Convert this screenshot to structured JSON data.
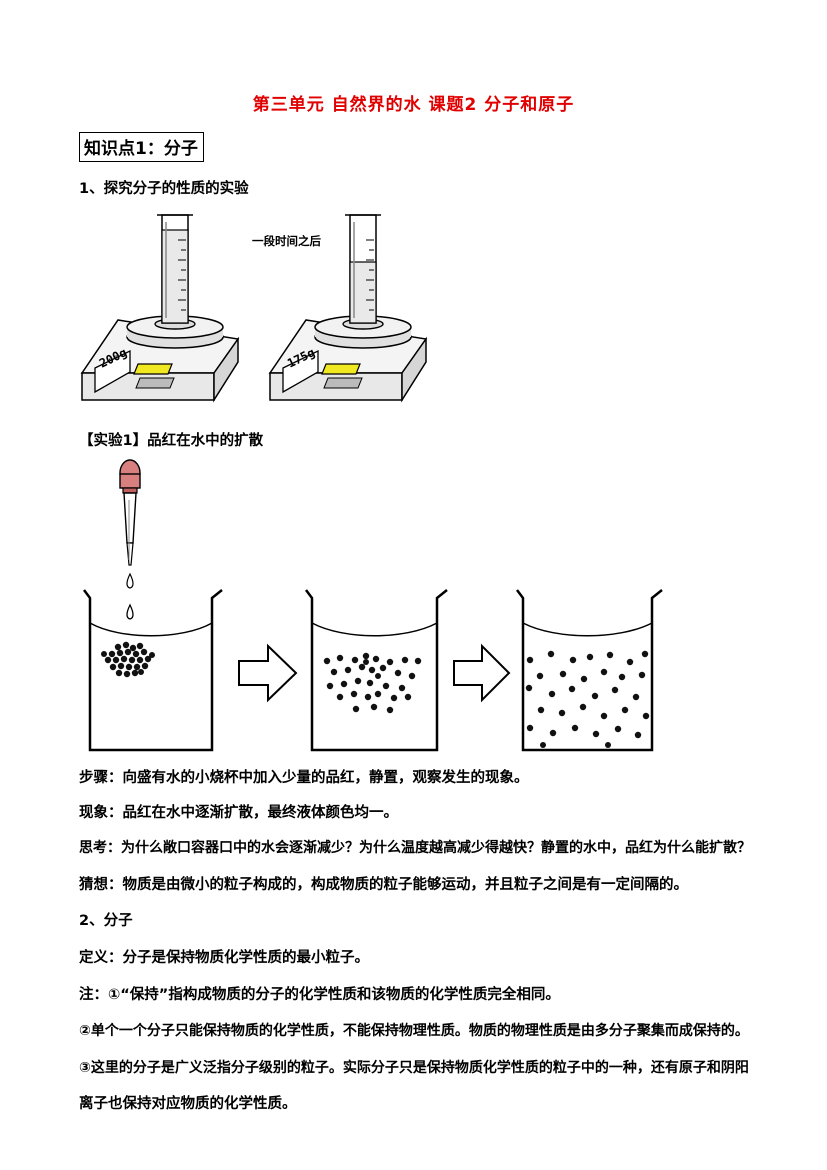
{
  "title": "第三单元 自然界的水 课题2 分子和原子",
  "knowledge_point": "知识点1：分子",
  "section1_heading": "1、探究分子的性质的实验",
  "figure1": {
    "time_label": "一段时间之后",
    "balance_left_display": "200g",
    "balance_right_display": "175g"
  },
  "experiment1_heading": "【实验1】品红在水中的扩散",
  "paragraphs": {
    "steps": "步骤：向盛有水的小烧杯中加入少量的品红，静置，观察发生的现象。",
    "phenomenon": "现象：品红在水中逐渐扩散，最终液体颜色均一。",
    "think": "思考：为什么敞口容器口中的水会逐渐减少？为什么温度越高减少得越快？静置的水中，品红为什么能扩散？",
    "guess": "猜想：物质是由微小的粒子构成的，构成物质的粒子能够运动，并且粒子之间是有一定间隔的。",
    "section2_heading": "2、分子",
    "definition": "定义：分子是保持物质化学性质的最小粒子。",
    "note1": "注：①“保持”指构成物质的分子的化学性质和该物质的化学性质完全相同。",
    "note2": "②单个一个分子只能保持物质的化学性质，不能保持物理性质。物质的物理性质是由多分子聚集而成保持的。",
    "note3_line1": "③这里的分子是广义泛指分子级别的粒子。实际分子只是保持物质化学性质的粒子中的一种，还有原子和阴阳",
    "note3_line2": "离子也保持对应物质的化学性质。"
  },
  "colors": {
    "title": "#e00000",
    "dropper_bulb": "#d88080",
    "balance_screen": "#f0e820"
  }
}
